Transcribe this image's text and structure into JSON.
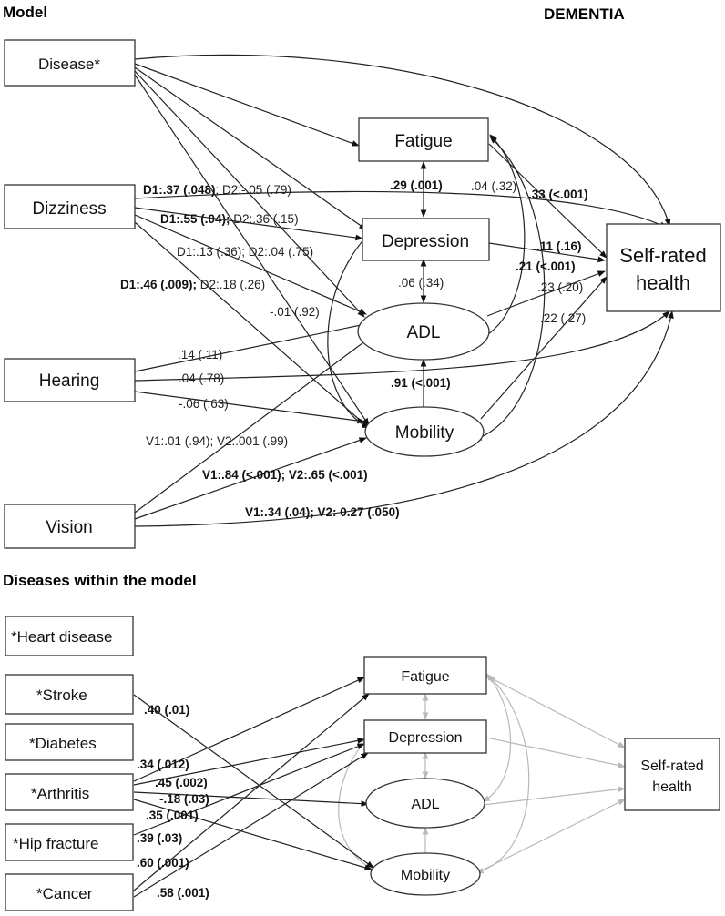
{
  "model": {
    "title": "Model",
    "group": "DEMENTIA",
    "nodes": {
      "disease": "Disease*",
      "dizziness": "Dizziness",
      "hearing": "Hearing",
      "vision": "Vision",
      "fatigue": "Fatigue",
      "depression": "Depression",
      "adl": "ADL",
      "mobility": "Mobility",
      "srh_line1": "Self-rated",
      "srh_line2": "health"
    },
    "coefficients": {
      "diz_srh_bold": "D1:.37 (.048)",
      "diz_srh_rest": "; D2:-.05 (.79)",
      "diz_dep_bold": "D1:.55 (.04);",
      "diz_dep_rest": " D2:.36 (.15)",
      "diz_adl": "D1:.13 (.36); D2:.04 (.75)",
      "diz_mob_bold": "D1:.46 (.009);",
      "diz_mob_rest": " D2:.18 (.26)",
      "fat_dep": ".29 (.001)",
      "fat_adl": ".04 (.32)",
      "fat_srh": ".33 (<.001)",
      "dep_srh": ".11 (.16)",
      "dep_mob": ".21 (<.001)",
      "dep_adl": ".06 (.34)",
      "adl_srh": ".23 (.20)",
      "mob_srh": ".22 (.27)",
      "dis_mob": "-.01 (.92)",
      "hear_adl": ".14 (.11)",
      "hear_srh": ".04 (.78)",
      "hear_mob": "-.06 (.63)",
      "mob_adl": ".91 (<.001)",
      "vis_adl": "V1:.01 (.94); V2:.001 (.99)",
      "vis_mob": "V1:.84 (<.001); V2:.65 (<.001)",
      "vis_srh": "V1:.34 (.04); V2: 0.27 (.050)"
    }
  },
  "diseases": {
    "title": "Diseases within the model",
    "items": {
      "heart": "*Heart disease",
      "stroke": "*Stroke",
      "diabetes": "*Diabetes",
      "arthritis": "*Arthritis",
      "hip": "*Hip fracture",
      "cancer": "*Cancer"
    },
    "nodes": {
      "fatigue": "Fatigue",
      "depression": "Depression",
      "adl": "ADL",
      "mobility": "Mobility",
      "srh_line1": "Self-rated",
      "srh_line2": "health"
    },
    "coefficients": {
      "stroke_mob": ".40 (.01)",
      "arth_fat": ".34 (.012)",
      "arth_dep": ".45 (.002)",
      "arth_adl": "-.18 (.03)",
      "arth_mob": ".35 (.001)",
      "hip_dep": ".39 (.03)",
      "cancer_fat": ".60 (.001)",
      "cancer_dep": ".58 (.001)"
    }
  },
  "colors": {
    "edge": "#222222",
    "edge_faded": "#b9b9b9"
  }
}
